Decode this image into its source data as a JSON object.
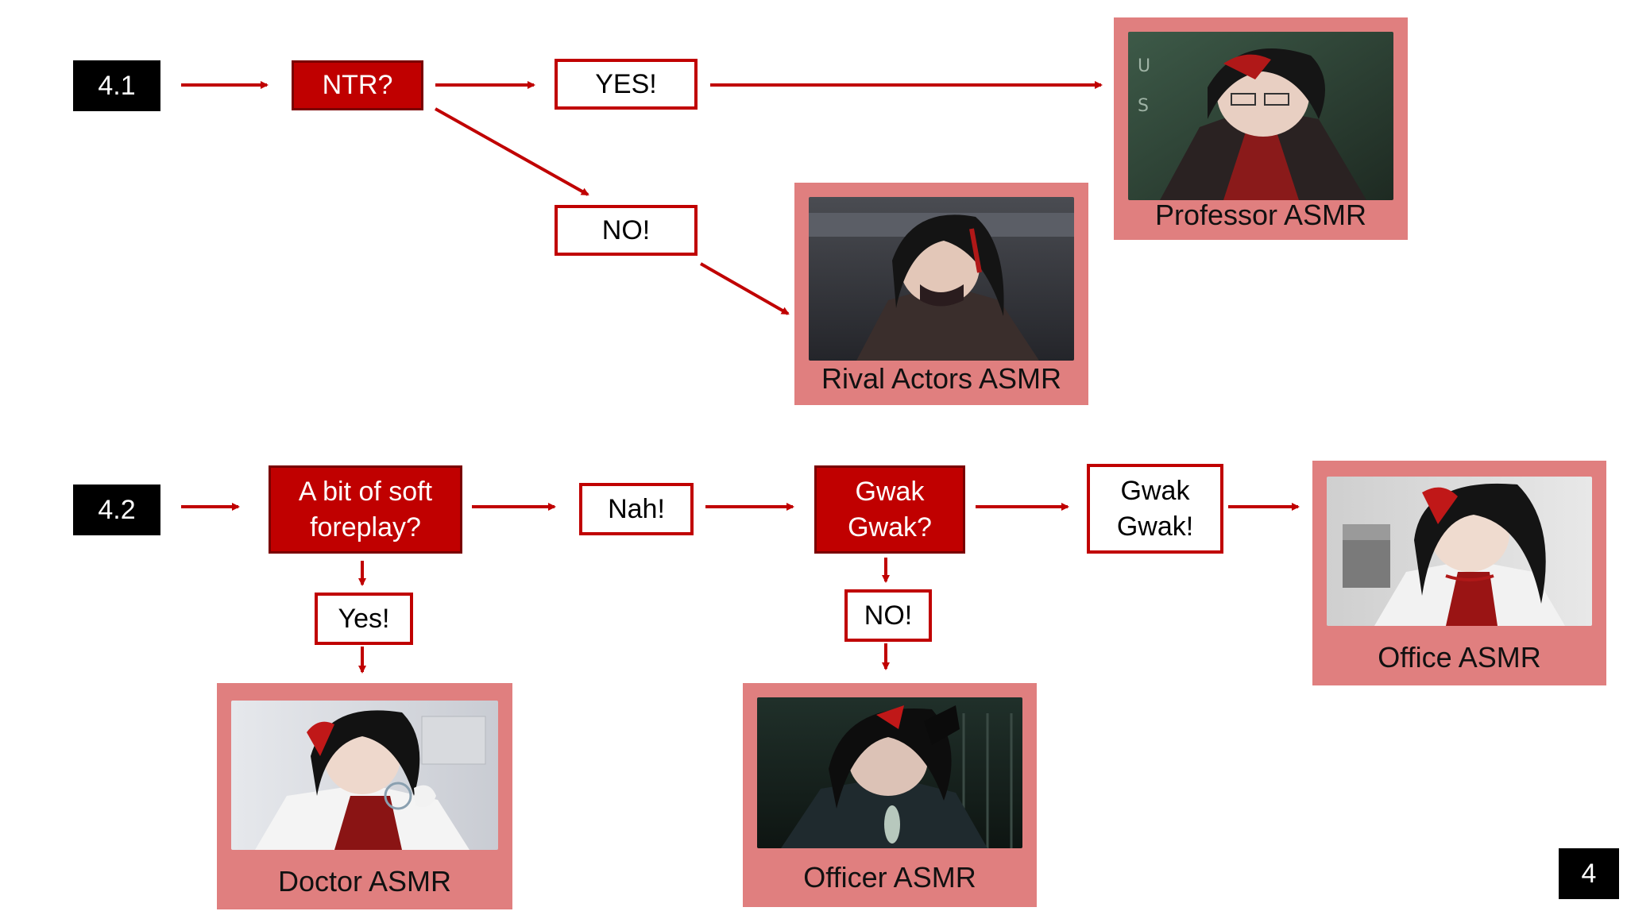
{
  "section_1": {
    "number": "4.1",
    "question": "NTR?",
    "answer_yes": "YES!",
    "answer_no": "NO!",
    "result_yes": {
      "caption": "Professor ASMR",
      "image": "anime-character-professor-illustration"
    },
    "result_no": {
      "caption": "Rival Actors ASMR",
      "image": "anime-character-rival-actor-illustration"
    }
  },
  "section_2": {
    "number": "4.2",
    "question_1": "A bit of soft foreplay?",
    "answer_1_no": "Nah!",
    "answer_1_yes": "Yes!",
    "question_2": "Gwak Gwak?",
    "answer_2_no": "NO!",
    "answer_2_yes": "Gwak Gwak!",
    "result_doctor": {
      "caption": "Doctor ASMR",
      "image": "anime-character-doctor-illustration"
    },
    "result_officer": {
      "caption": "Officer ASMR",
      "image": "anime-character-officer-illustration"
    },
    "result_office": {
      "caption": "Office ASMR",
      "image": "anime-character-office-illustration"
    }
  },
  "page_number": "4",
  "colors": {
    "accent": "#c00000",
    "card": "#e07f7f",
    "label": "#000000"
  }
}
